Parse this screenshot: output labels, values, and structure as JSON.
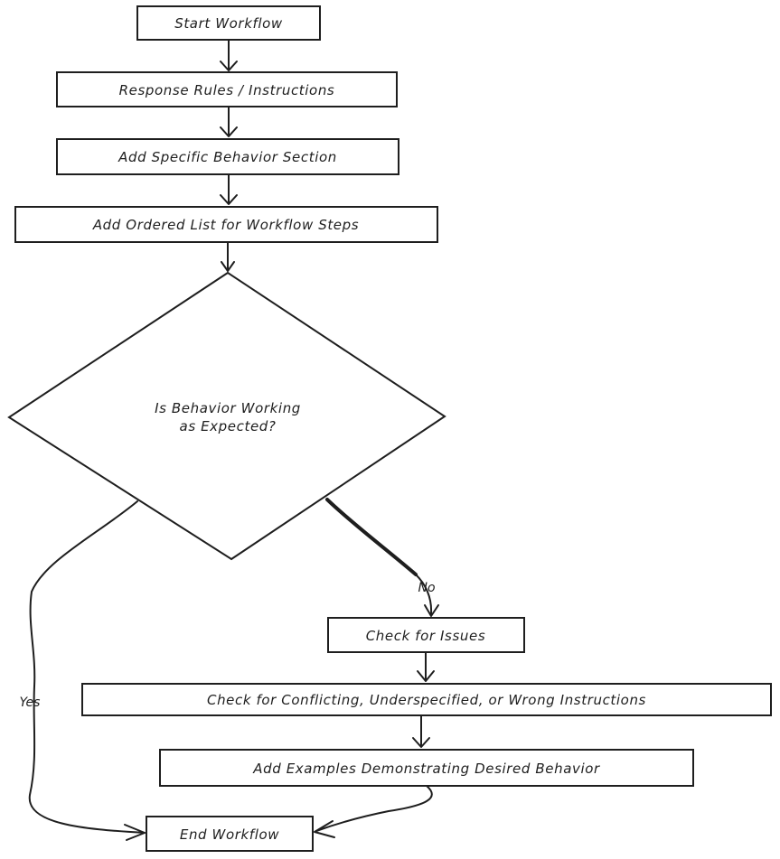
{
  "nodes": {
    "start": "Start Workflow",
    "response_rules": "Response Rules / Instructions",
    "specific_behavior": "Add Specific Behavior Section",
    "ordered_list": "Add Ordered List for Workflow Steps",
    "decision_line1": "Is Behavior Working",
    "decision_line2": "as Expected?",
    "check_issues": "Check for Issues",
    "check_conflicting": "Check for Conflicting, Underspecified, or Wrong Instructions",
    "add_examples": "Add Examples Demonstrating Desired Behavior",
    "end": "End Workflow"
  },
  "edge_labels": {
    "no": "No",
    "yes": "Yes"
  },
  "colors": {
    "stroke": "#1e1e1e",
    "background": "#ffffff"
  }
}
